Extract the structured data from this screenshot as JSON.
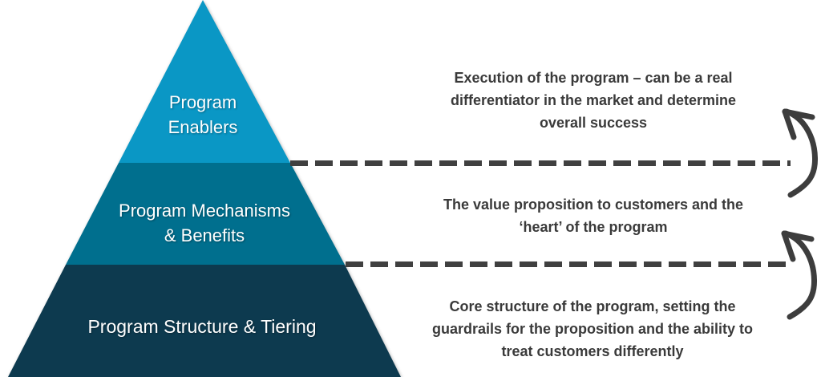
{
  "diagram": {
    "title_hidden": "",
    "pyramid": {
      "tiers": [
        {
          "label": "Program\nEnablers",
          "color": "#0a97c5",
          "description": "Execution of the program – can be a real\ndifferentiator in the market and determine\noverall success"
        },
        {
          "label": "Program Mechanisms\n& Benefits",
          "color": "#006f8e",
          "description": "The value proposition to customers and the\n‘heart’ of the program"
        },
        {
          "label": "Program Structure & Tiering",
          "color": "#0d3a4f",
          "description": "Core structure of the program, setting the\nguardrails for the proposition and the ability to\ntreat customers differently"
        }
      ]
    },
    "colors": {
      "background": "#ffffff",
      "tier1": "#0a97c5",
      "tier2": "#006f8e",
      "tier3": "#0d3a4f",
      "tier_label_text": "#ffffff",
      "annotation_text": "#3a3a3a",
      "dashed_line": "#404040",
      "arrow": "#3d3d3d"
    }
  }
}
